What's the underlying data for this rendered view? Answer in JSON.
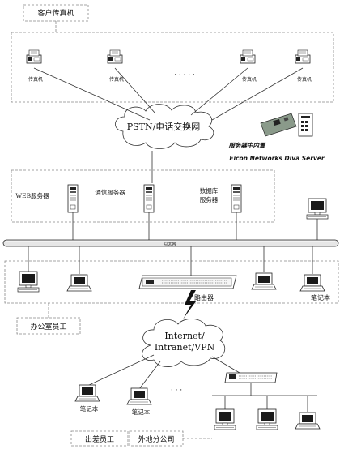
{
  "labels": {
    "client_fax": "客户传真机",
    "fax_machine": "传真机",
    "fax_ellipsis": "· · · · ·",
    "pstn_cloud": "PSTN/电话交换网",
    "board_note": "服务器中内置",
    "board_product": "Eicon Networks Diva Server",
    "web_server": "WEB服务器",
    "comm_server": "通信服务器",
    "db_server_line1": "数据库",
    "db_server_line2": "服务器",
    "lan": "以太网",
    "router": "路由器",
    "laptop": "笔记本",
    "office_staff": "办公室员工",
    "internet_line1": "Internet/",
    "internet_line2": "Intranet/VPN",
    "travel_laptop": "笔记本",
    "remote_ellipsis": "· · ·",
    "travel_staff": "出差员工",
    "branch": "外地分公司"
  },
  "colors": {
    "line": "#333333",
    "dashed_border": "#888888",
    "device_fill": "#ffffff",
    "screen": "#1a1a1a",
    "board": "#8a9a8a"
  }
}
